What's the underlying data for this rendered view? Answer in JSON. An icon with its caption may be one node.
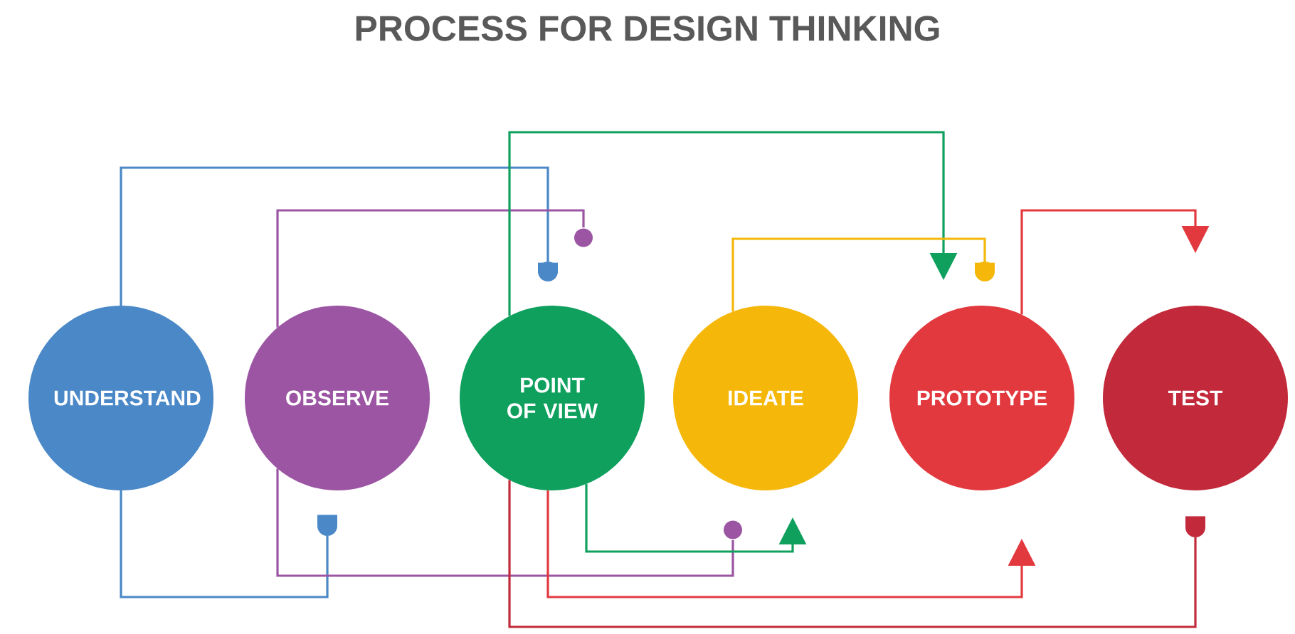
{
  "diagram": {
    "title": "PROCESS FOR DESIGN THINKING",
    "nodes": [
      {
        "text": [
          "UNDERSTAND"
        ]
      },
      {
        "text": [
          "OBSERVE"
        ]
      },
      {
        "text": [
          "POINT OF VIEW"
        ]
      },
      {
        "text": [
          "IDEATE"
        ]
      },
      {
        "text": [
          "PROTOTYPE"
        ]
      },
      {
        "text": [
          "TEST"
        ]
      }
    ],
    "edges": [
      {
        "from": 0,
        "to": 2,
        "arrow": "other",
        "color": "#4a88c7"
      },
      {
        "from": 1,
        "to": 2,
        "arrow": "other",
        "color": "#9b55a3"
      },
      {
        "from": 2,
        "to": 4,
        "arrow": "to",
        "color": "#0fa05e"
      },
      {
        "from": 3,
        "to": 4,
        "arrow": "other",
        "color": "#f5b70a"
      },
      {
        "from": 4,
        "to": 5,
        "arrow": "to",
        "color": "#e2393f"
      },
      {
        "from": 0,
        "to": 1,
        "arrow": "other",
        "color": "#4a88c7"
      },
      {
        "from": 1,
        "to": 3,
        "arrow": "other",
        "color": "#9b55a3"
      },
      {
        "from": 2,
        "to": 3,
        "arrow": "to",
        "color": "#0fa05e"
      },
      {
        "from": 2,
        "to": 4,
        "arrow": "to",
        "color": "#e2393f"
      },
      {
        "from": 2,
        "to": 5,
        "arrow": "other",
        "color": "#c22a3b"
      }
    ]
  }
}
